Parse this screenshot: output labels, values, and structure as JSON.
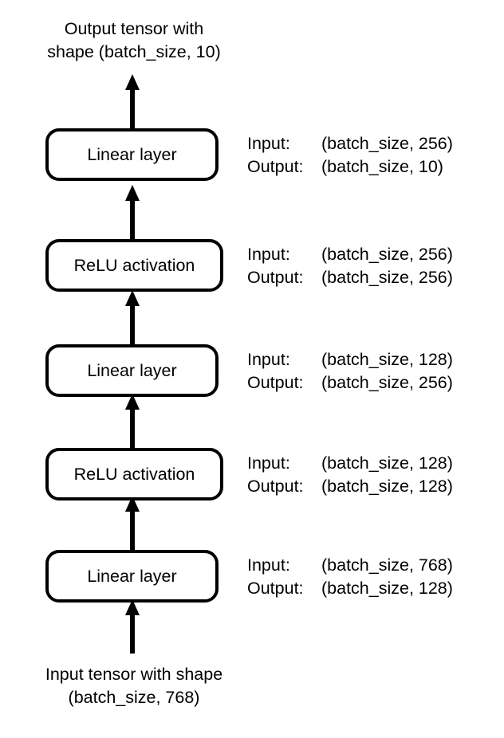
{
  "diagram": {
    "type": "neural-network-architecture-flow",
    "direction": "bottom-to-top",
    "input_caption": "Input tensor with shape\n(batch_size, 768)",
    "output_caption": "Output tensor with\nshape (batch_size, 10)",
    "input_label_key": "Input:",
    "output_label_key": "Output:",
    "nodes": [
      {
        "label": "Linear layer",
        "kind": "linear",
        "input_shape": "(batch_size, 256)",
        "output_shape": "(batch_size, 10)"
      },
      {
        "label": "ReLU activation",
        "kind": "relu",
        "input_shape": "(batch_size, 256)",
        "output_shape": "(batch_size, 256)"
      },
      {
        "label": "Linear layer",
        "kind": "linear",
        "input_shape": "(batch_size, 128)",
        "output_shape": "(batch_size, 256)"
      },
      {
        "label": "ReLU activation",
        "kind": "relu",
        "input_shape": "(batch_size, 128)",
        "output_shape": "(batch_size, 128)"
      },
      {
        "label": "Linear layer",
        "kind": "linear",
        "input_shape": "(batch_size, 768)",
        "output_shape": "(batch_size, 128)"
      }
    ],
    "colors": {
      "background": "#ffffff",
      "stroke": "#000000",
      "text": "#000000"
    }
  }
}
